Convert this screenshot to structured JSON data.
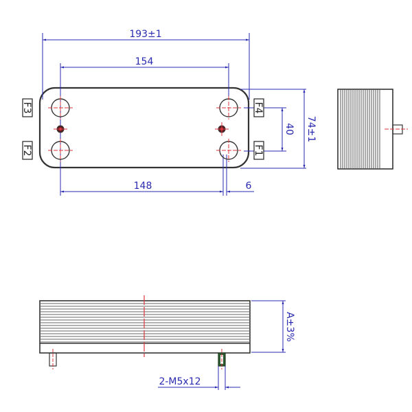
{
  "drawing": {
    "title": "Plate heat exchanger dimension drawing",
    "colors": {
      "outline": "#333333",
      "dimension": "#2a2ab0",
      "centerline": "#d9363e",
      "thread": "#2e5d34"
    },
    "front_view": {
      "port_labels": [
        "F3",
        "F2",
        "F4",
        "F1"
      ],
      "dimensions": {
        "overall_length": "193±1",
        "port_center_distance": "154",
        "bottom_port_distance": "148",
        "stud_offset": "6",
        "port_vertical_distance": "40",
        "overall_width": "74±1"
      }
    },
    "bottom_view": {
      "dimensions": {
        "height": "A±3%",
        "studs": "2-M5x12"
      }
    }
  }
}
